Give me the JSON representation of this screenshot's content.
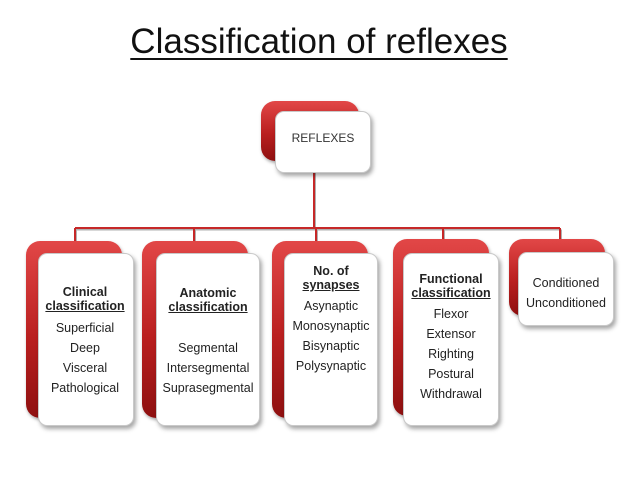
{
  "title": "Classification of reflexes",
  "root": "REFLEXES",
  "categories": [
    {
      "head1": "Clinical",
      "head2": "classification",
      "items": [
        "Superficial",
        "Deep",
        "Visceral",
        "Pathological"
      ]
    },
    {
      "head1": "Anatomic",
      "head2": "classification",
      "items": [
        "Segmental",
        "Intersegmental",
        "Suprasegmental"
      ]
    },
    {
      "head1": "No. of",
      "head2": "synapses",
      "items": [
        "Asynaptic",
        "Monosynaptic",
        "Bisynaptic",
        "Polysynaptic"
      ]
    },
    {
      "head1": "Functional",
      "head2": "classification",
      "items": [
        "Flexor",
        "Extensor",
        "Righting",
        "Postural",
        "Withdrawal"
      ]
    },
    {
      "items": [
        "Conditioned",
        "Unconditioned"
      ]
    }
  ],
  "colors": {
    "node_red": "#c62828",
    "connector": "#c62828"
  }
}
